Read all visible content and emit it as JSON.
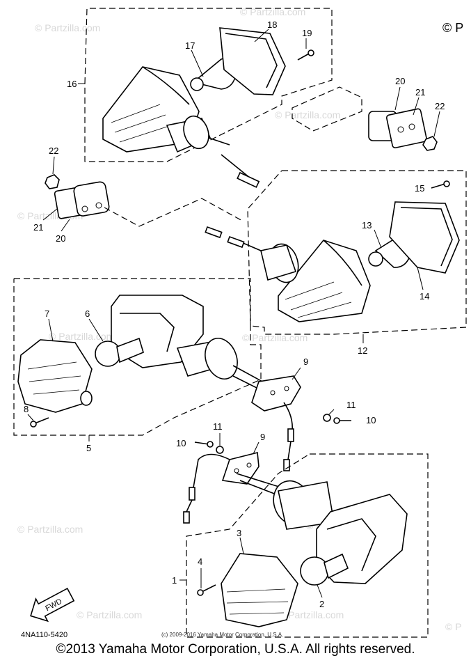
{
  "diagram": {
    "callouts": {
      "c1": "1",
      "c2": "2",
      "c3": "3",
      "c4": "4",
      "c5": "5",
      "c6": "6",
      "c7": "7",
      "c8": "8",
      "c9a": "9",
      "c9b": "9",
      "c10a": "10",
      "c10b": "10",
      "c11a": "11",
      "c11b": "11",
      "c12": "12",
      "c13": "13",
      "c14": "14",
      "c15": "15",
      "c16": "16",
      "c17": "17",
      "c18": "18",
      "c19": "19",
      "c20a": "20",
      "c20b": "20",
      "c21a": "21",
      "c21b": "21",
      "c22a": "22",
      "c22b": "22"
    },
    "fwd_label": "FWD",
    "part_code": "4NA110-5420",
    "inner_copyright": "(c) 2009-2016 Yamaha Motor Corporation, U.S.A.",
    "watermark": "© Partzilla.com",
    "corner_mark": "© P"
  },
  "footer": {
    "copyright": "©2013 Yamaha Motor Corporation, U.S.A. All rights reserved."
  }
}
